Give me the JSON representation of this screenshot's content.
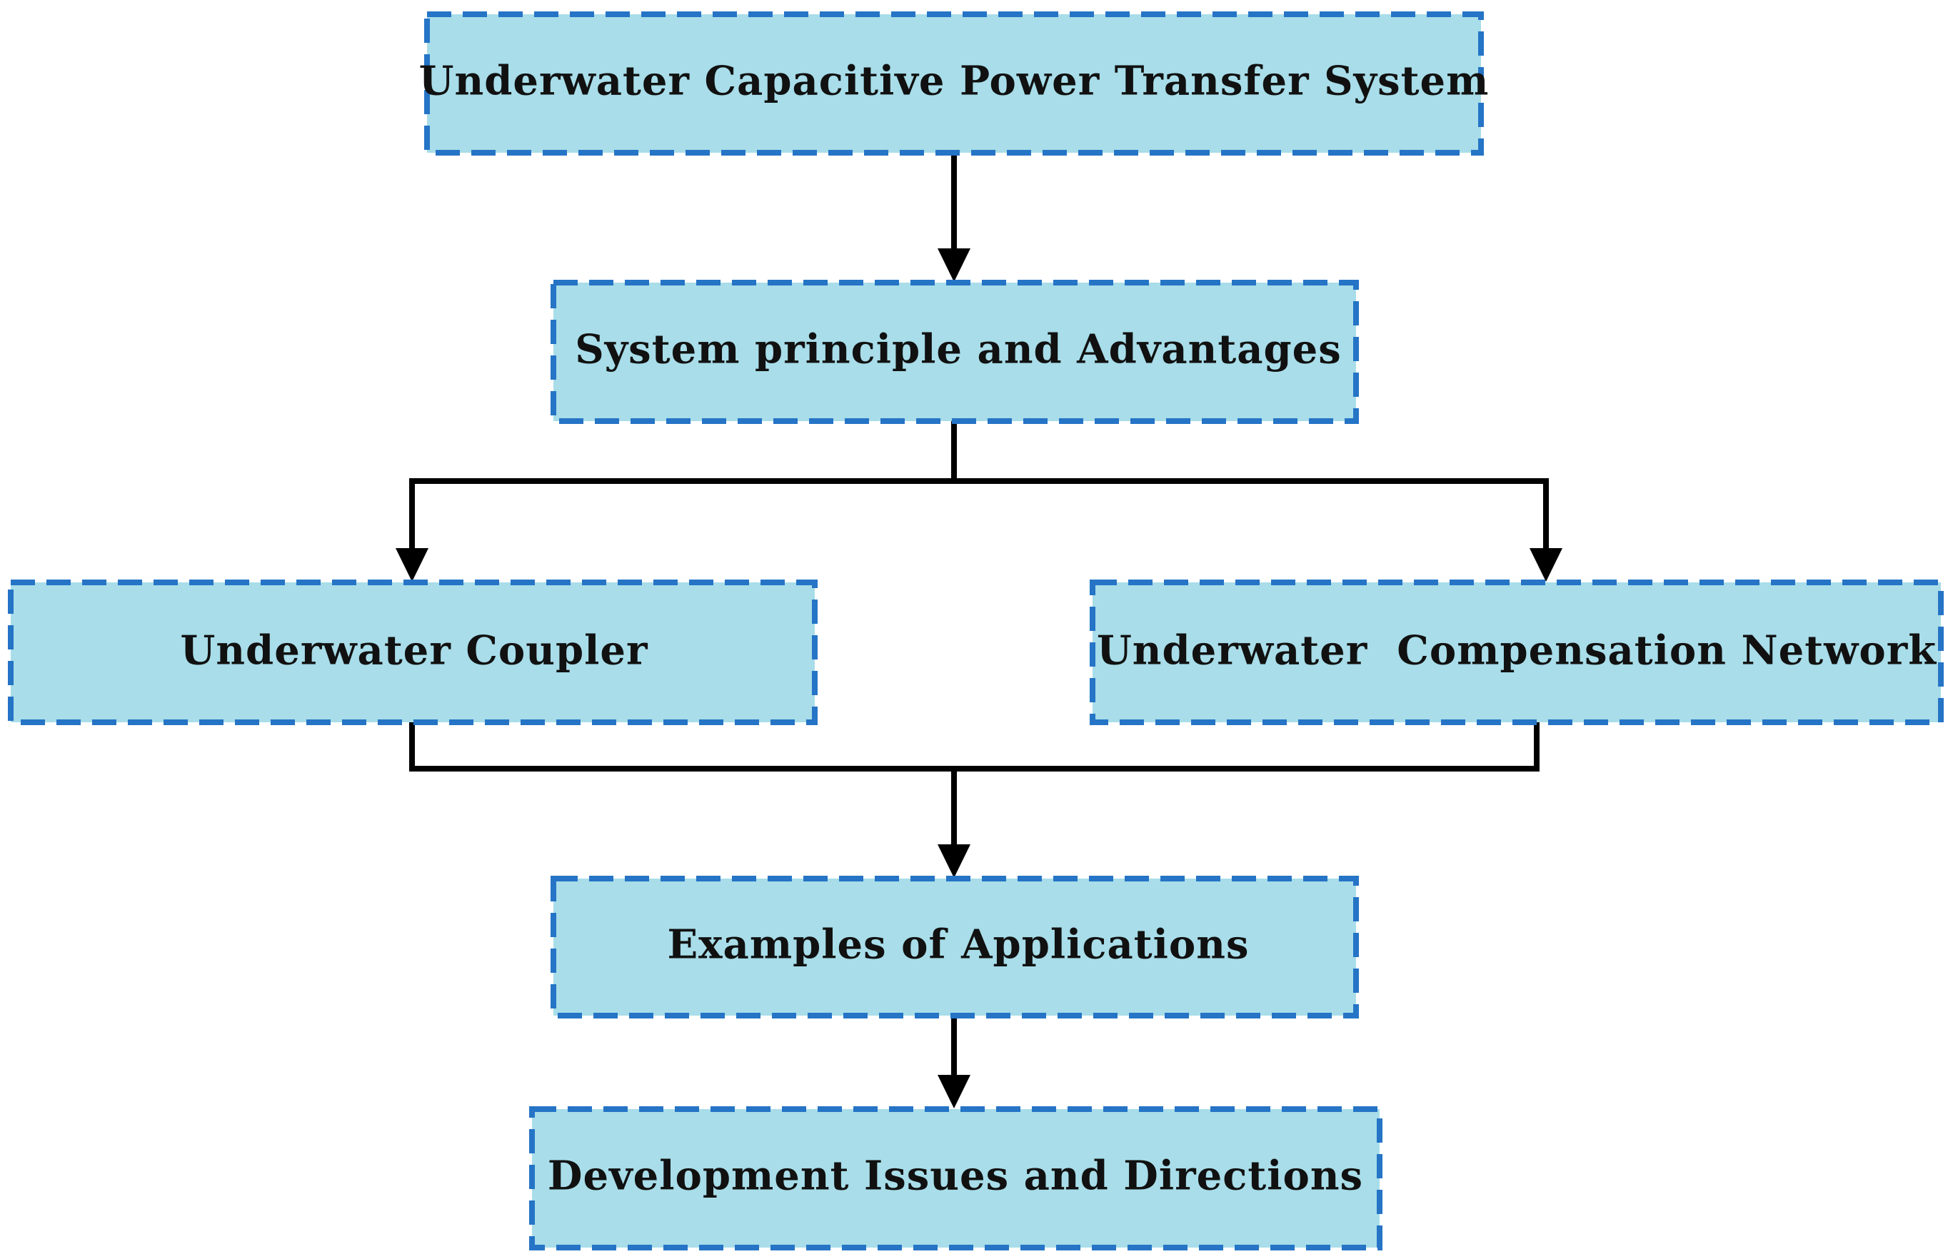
{
  "diagram": {
    "colors": {
      "box_fill": "#a8dde9",
      "box_border": "#2574c6",
      "connector": "#000000",
      "text": "#111111"
    },
    "nodes": [
      {
        "id": "system",
        "label": "Underwater Capacitive Power Transfer System"
      },
      {
        "id": "principle",
        "label": "System principle and Advantages"
      },
      {
        "id": "coupler",
        "label": "Underwater Coupler"
      },
      {
        "id": "compensation",
        "label": "Underwater  Compensation Network"
      },
      {
        "id": "applications",
        "label": "Examples of Applications"
      },
      {
        "id": "issues",
        "label": "Development Issues and Directions"
      }
    ],
    "edges": [
      {
        "from": "system",
        "to": "principle"
      },
      {
        "from": "principle",
        "to": "coupler"
      },
      {
        "from": "principle",
        "to": "compensation"
      },
      {
        "from": "coupler",
        "to": "applications"
      },
      {
        "from": "compensation",
        "to": "applications"
      },
      {
        "from": "applications",
        "to": "issues"
      }
    ]
  }
}
